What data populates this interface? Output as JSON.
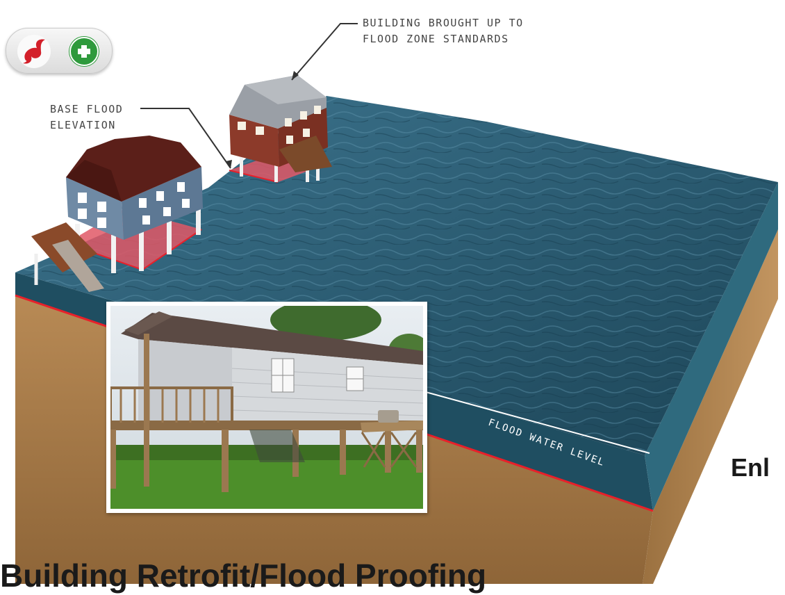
{
  "callouts": {
    "retrofit": "BUILDING BROUGHT UP TO\nFLOOD ZONE STANDARDS",
    "base_flood": "BASE FLOOD\nELEVATION"
  },
  "water_label": "FLOOD WATER LEVEL",
  "heading": "Building Retrofit/Flood Proofing",
  "side_text": "Enl",
  "logo": {
    "icons": [
      "hurricane-icon",
      "plus-icon"
    ],
    "colors": {
      "hurricane": "#d3202a",
      "plus": "#2e9a3c"
    }
  },
  "colors": {
    "water": "#2c5a72",
    "soil": "#a87e4c",
    "flood_line": "#e8202a",
    "grass": "#4d8f2a"
  }
}
